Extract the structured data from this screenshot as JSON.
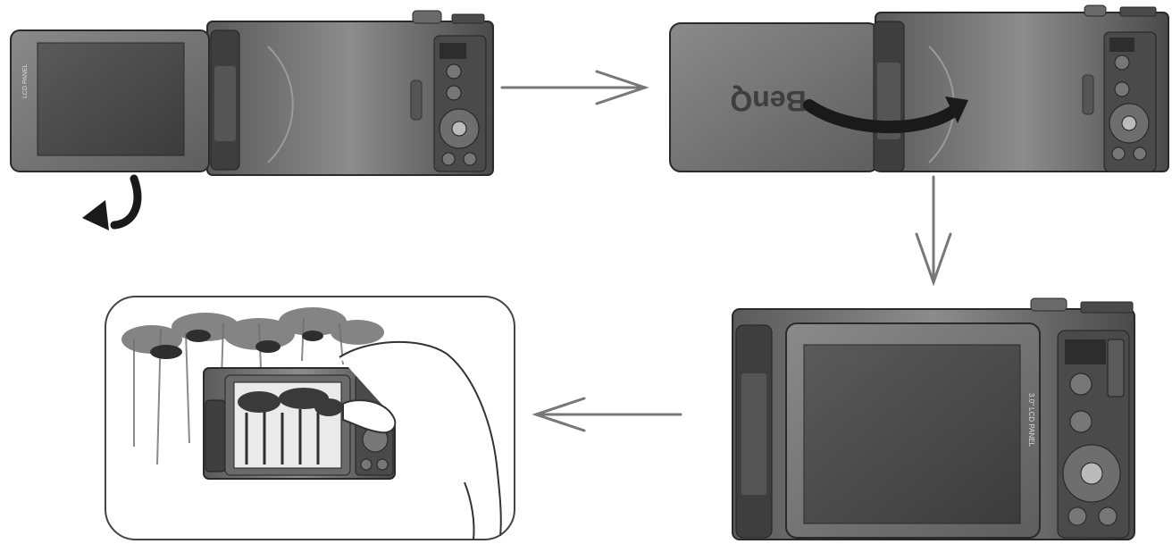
{
  "diagram": {
    "step1": {
      "panel_label": "LCD PANEL"
    },
    "step2": {
      "brand_label": "BenQ"
    },
    "step3": {
      "panel_label": "3.0\" LCD PANEL"
    }
  },
  "colors": {
    "body_dark": "#3a3a3a",
    "body_mid": "#6a6a6a",
    "body_light": "#9a9a9a",
    "screen": "#4c4c4c",
    "arrow": "#777777",
    "rotate_arrow": "#1a1a1a"
  }
}
